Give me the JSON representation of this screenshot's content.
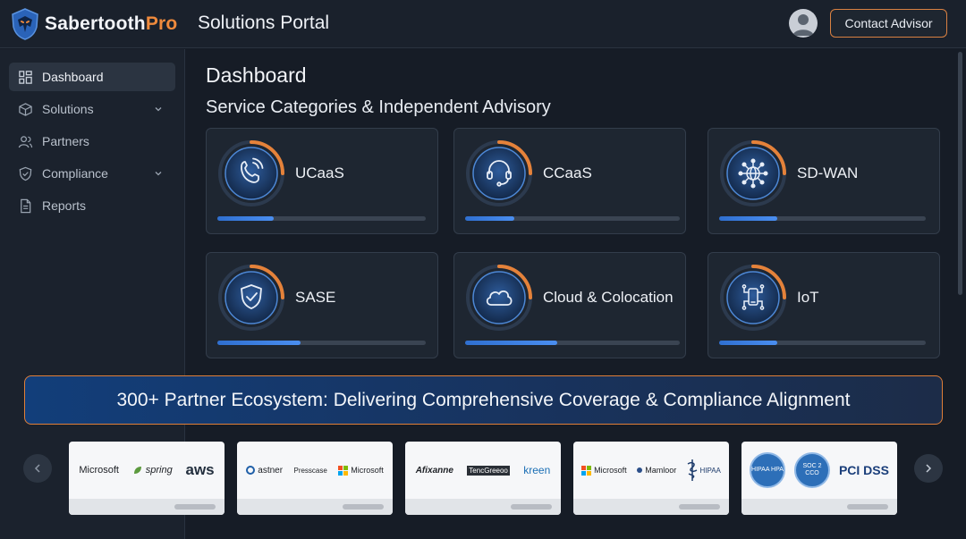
{
  "app": {
    "name_main": "Sabertooth",
    "name_accent": "Pro",
    "portal_title": "Solutions Portal"
  },
  "header": {
    "contact_label": "Contact Advisor"
  },
  "sidebar": {
    "items": [
      {
        "label": "Dashboard",
        "icon": "dashboard-grid-icon",
        "active": true
      },
      {
        "label": "Solutions",
        "icon": "box-icon",
        "expandable": true
      },
      {
        "label": "Partners",
        "icon": "users-icon"
      },
      {
        "label": "Compliance",
        "icon": "shield-icon",
        "expandable": true
      },
      {
        "label": "Reports",
        "icon": "document-icon"
      }
    ]
  },
  "main": {
    "title": "Dashboard",
    "section_title": "Service Categories & Independent Advisory",
    "categories": [
      {
        "label": "UCaaS",
        "icon": "phone-icon",
        "progress": 0.27
      },
      {
        "label": "CCaaS",
        "icon": "headset-icon",
        "progress": 0.23
      },
      {
        "label": "SD-WAN",
        "icon": "network-globe-icon",
        "progress": 0.28
      },
      {
        "label": "SASE",
        "icon": "shield-check-icon",
        "progress": 0.4
      },
      {
        "label": "Cloud & Colocation",
        "icon": "cloud-icon",
        "progress": 0.43
      },
      {
        "label": "IoT",
        "icon": "iot-device-icon",
        "progress": 0.28
      }
    ],
    "banner": "300+ Partner Ecosystem: Delivering Comprehensive Coverage & Compliance Alignment",
    "partners": [
      [
        "Microsoft",
        "spring",
        "aws"
      ],
      [
        "astner",
        "Presscase",
        "Microsoft"
      ],
      [
        "Afixanne",
        "TencGreeoo",
        "kreen"
      ],
      [
        "Microsoft",
        "Mamloor",
        "HIPAA"
      ],
      [
        "HIPAA HPA",
        "SOC 2 CCO",
        "PCI DSS"
      ]
    ]
  },
  "colors": {
    "accent": "#ef8a3c",
    "progress": "#3b7fe0",
    "background": "#161c26"
  }
}
